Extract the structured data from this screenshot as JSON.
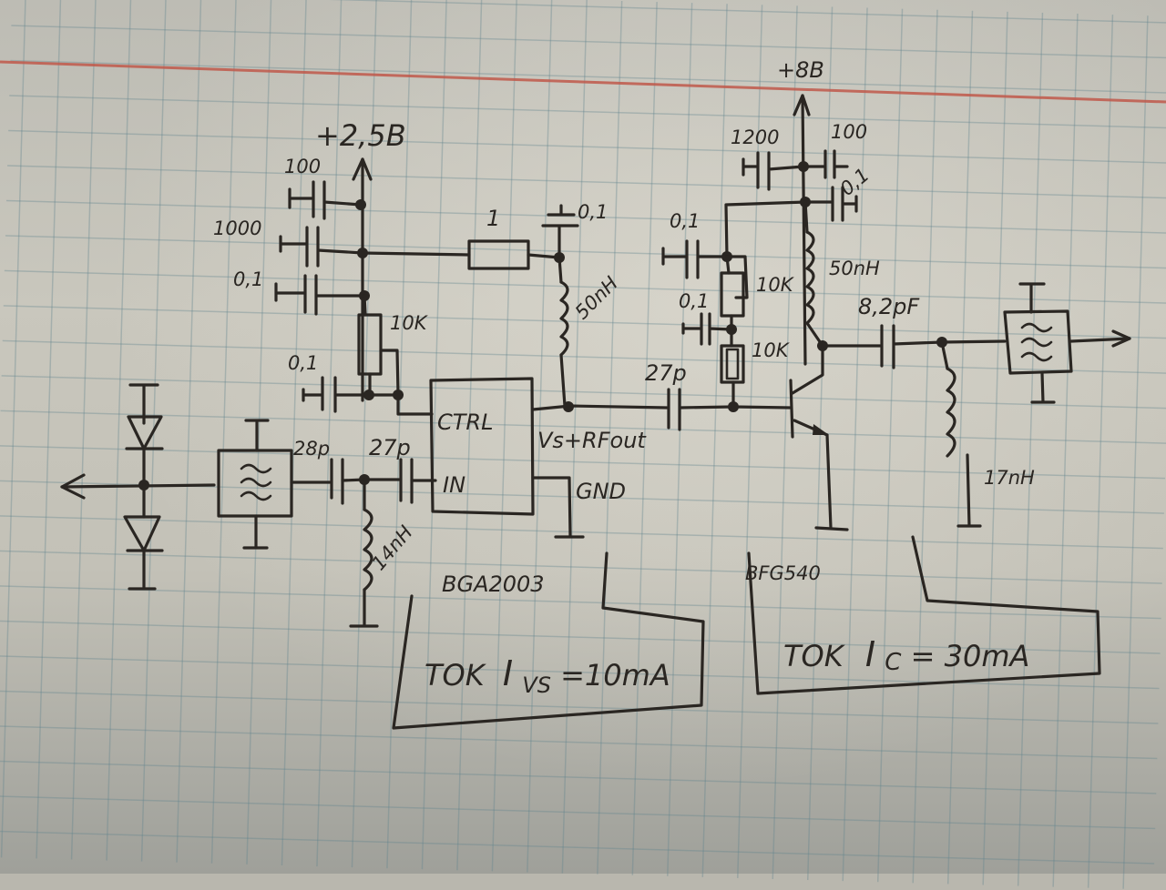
{
  "colors": {
    "ink": "#2a2622",
    "margin_line": "#c0584a",
    "grid": "#5f828c",
    "paper": "#c6c4ba"
  },
  "schematic": {
    "supplies": {
      "low": "+2,5B",
      "high": "+8B"
    },
    "stage1": {
      "decoupling": [
        "100",
        "1000",
        "0,1"
      ],
      "series_resistor": "1",
      "vs_cap": "0,1",
      "vs_inductor": "50nH",
      "ctrl_pot": "10K",
      "ctrl_cap": "0,1",
      "input_cap": "28p",
      "ic_input_cap": "27p",
      "input_inductor": "14nH",
      "output_cap": "27p",
      "ic": {
        "name": "BGA2003",
        "pins": {
          "ctrl": "CTRL",
          "in": "IN",
          "out": "Vs+RFout",
          "gnd": "GND"
        }
      },
      "note": {
        "prefix": "TOK",
        "symbol": "I",
        "subscript": "VS",
        "value": "=10mA"
      }
    },
    "stage2": {
      "decoupling": [
        "1200",
        "100",
        "0,1"
      ],
      "bias_cap_top": "0,1",
      "bias_pot": "10K",
      "bias_cap_mid": "0,1",
      "bias_resistor": "10K",
      "collector_inductor": "50nH",
      "output_cap": "8,2pF",
      "shunt_inductor": "17nH",
      "transistor": "BFG540",
      "note": {
        "prefix": "TOK",
        "symbol": "I",
        "subscript": "C",
        "value": "= 30mA"
      }
    },
    "filters": {
      "input_filter": "bandpass-filter",
      "output_filter": "bandpass-filter"
    }
  }
}
